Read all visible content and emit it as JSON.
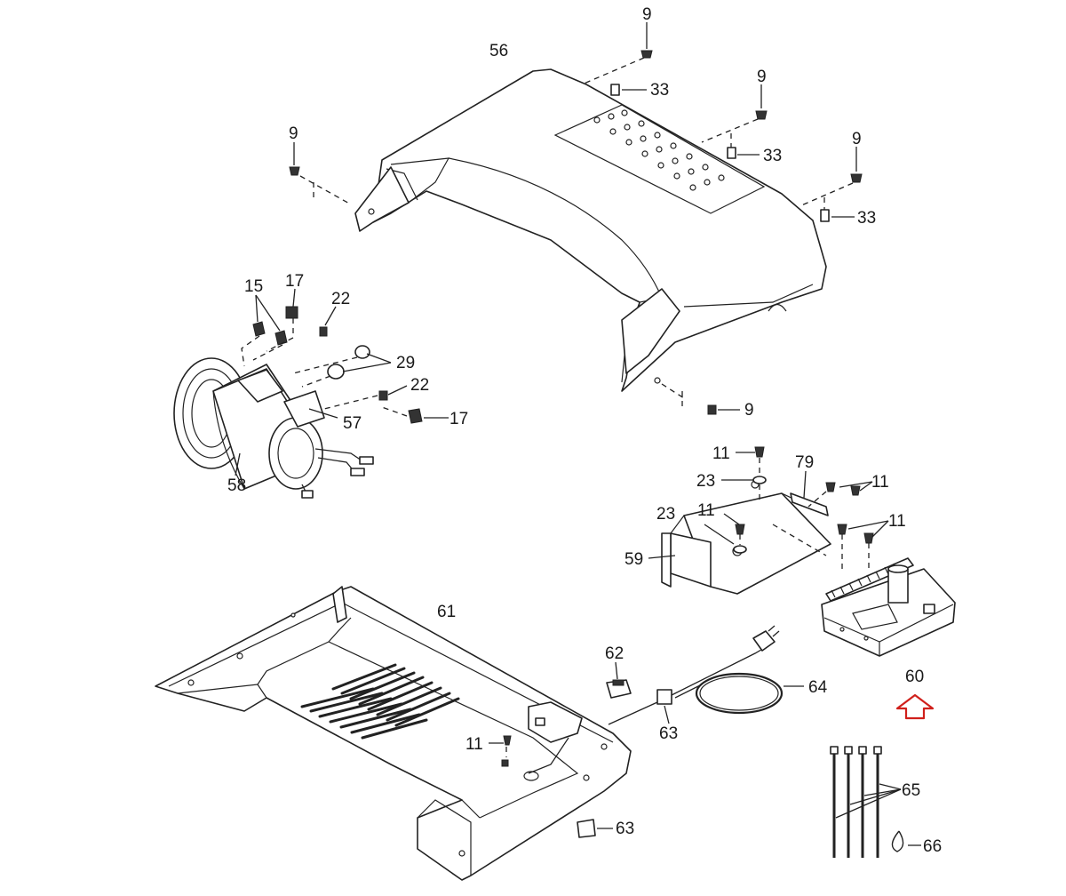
{
  "labels": {
    "l56": "56",
    "l9a": "9",
    "l9b": "9",
    "l9c": "9",
    "l9d": "9",
    "l9e": "9",
    "l33a": "33",
    "l33b": "33",
    "l33c": "33",
    "l15": "15",
    "l17a": "17",
    "l17b": "17",
    "l22a": "22",
    "l22b": "22",
    "l29": "29",
    "l57": "57",
    "l58": "58",
    "l11a": "11",
    "l11b": "11",
    "l11c": "11",
    "l11d": "11",
    "l11e": "11",
    "l79": "79",
    "l23a": "23",
    "l23b": "23",
    "l59": "59",
    "l60": "60",
    "l61": "61",
    "l62": "62",
    "l63a": "63",
    "l63b": "63",
    "l64": "64",
    "l65": "65",
    "l66": "66"
  },
  "colors": {
    "line": "#222222",
    "highlight_arrow": "#d0201b",
    "background": "#ffffff"
  },
  "highlight": {
    "target_part": "60",
    "icon": "up-arrow-outline-icon"
  }
}
